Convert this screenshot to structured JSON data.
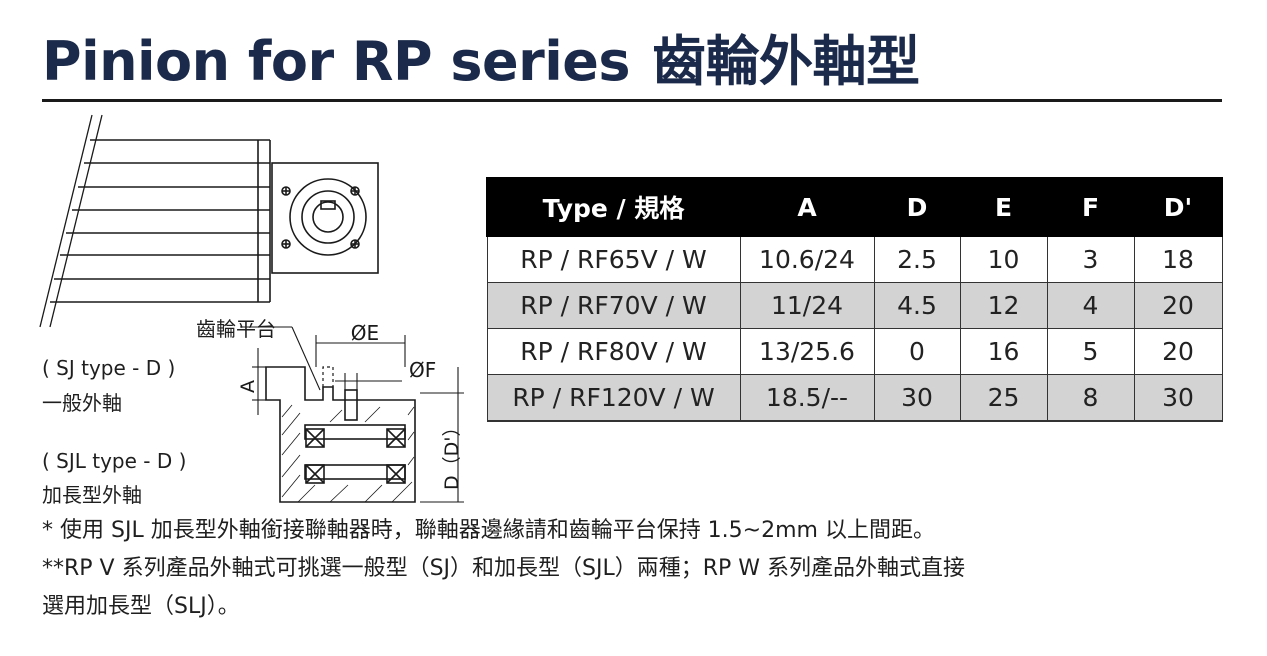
{
  "title": {
    "en": "Pinion for RP series",
    "zh": "齒輪外軸型"
  },
  "diagram": {
    "labels": {
      "platform": "齒輪平台",
      "dim_e": "ØE",
      "dim_f": "ØF",
      "dim_a": "A",
      "dim_d": "D（D'）",
      "sj_type": "( SJ type - D )",
      "sj_desc": "一般外軸",
      "sjl_type": "( SJL type  - D )",
      "sjl_desc": "加長型外軸"
    }
  },
  "table": {
    "headers": [
      "Type / 規格",
      "A",
      "D",
      "E",
      "F",
      "D'"
    ],
    "rows": [
      [
        "RP / RF65V / W",
        "10.6/24",
        "2.5",
        "10",
        "3",
        "18"
      ],
      [
        "RP / RF70V / W",
        "11/24",
        "4.5",
        "12",
        "4",
        "20"
      ],
      [
        "RP / RF80V / W",
        "13/25.6",
        "0",
        "16",
        "5",
        "20"
      ],
      [
        "RP / RF120V / W",
        "18.5/--",
        "30",
        "25",
        "8",
        "30"
      ]
    ]
  },
  "notes": {
    "line1": "* 使用 SJL 加長型外軸銜接聯軸器時，聯軸器邊緣請和齒輪平台保持 1.5~2mm 以上間距。",
    "line2": "**RP V 系列產品外軸式可挑選一般型（SJ）和加長型（SJL）兩種；RP W 系列產品外軸式直接",
    "line3": "選用加長型（SLJ）。"
  }
}
